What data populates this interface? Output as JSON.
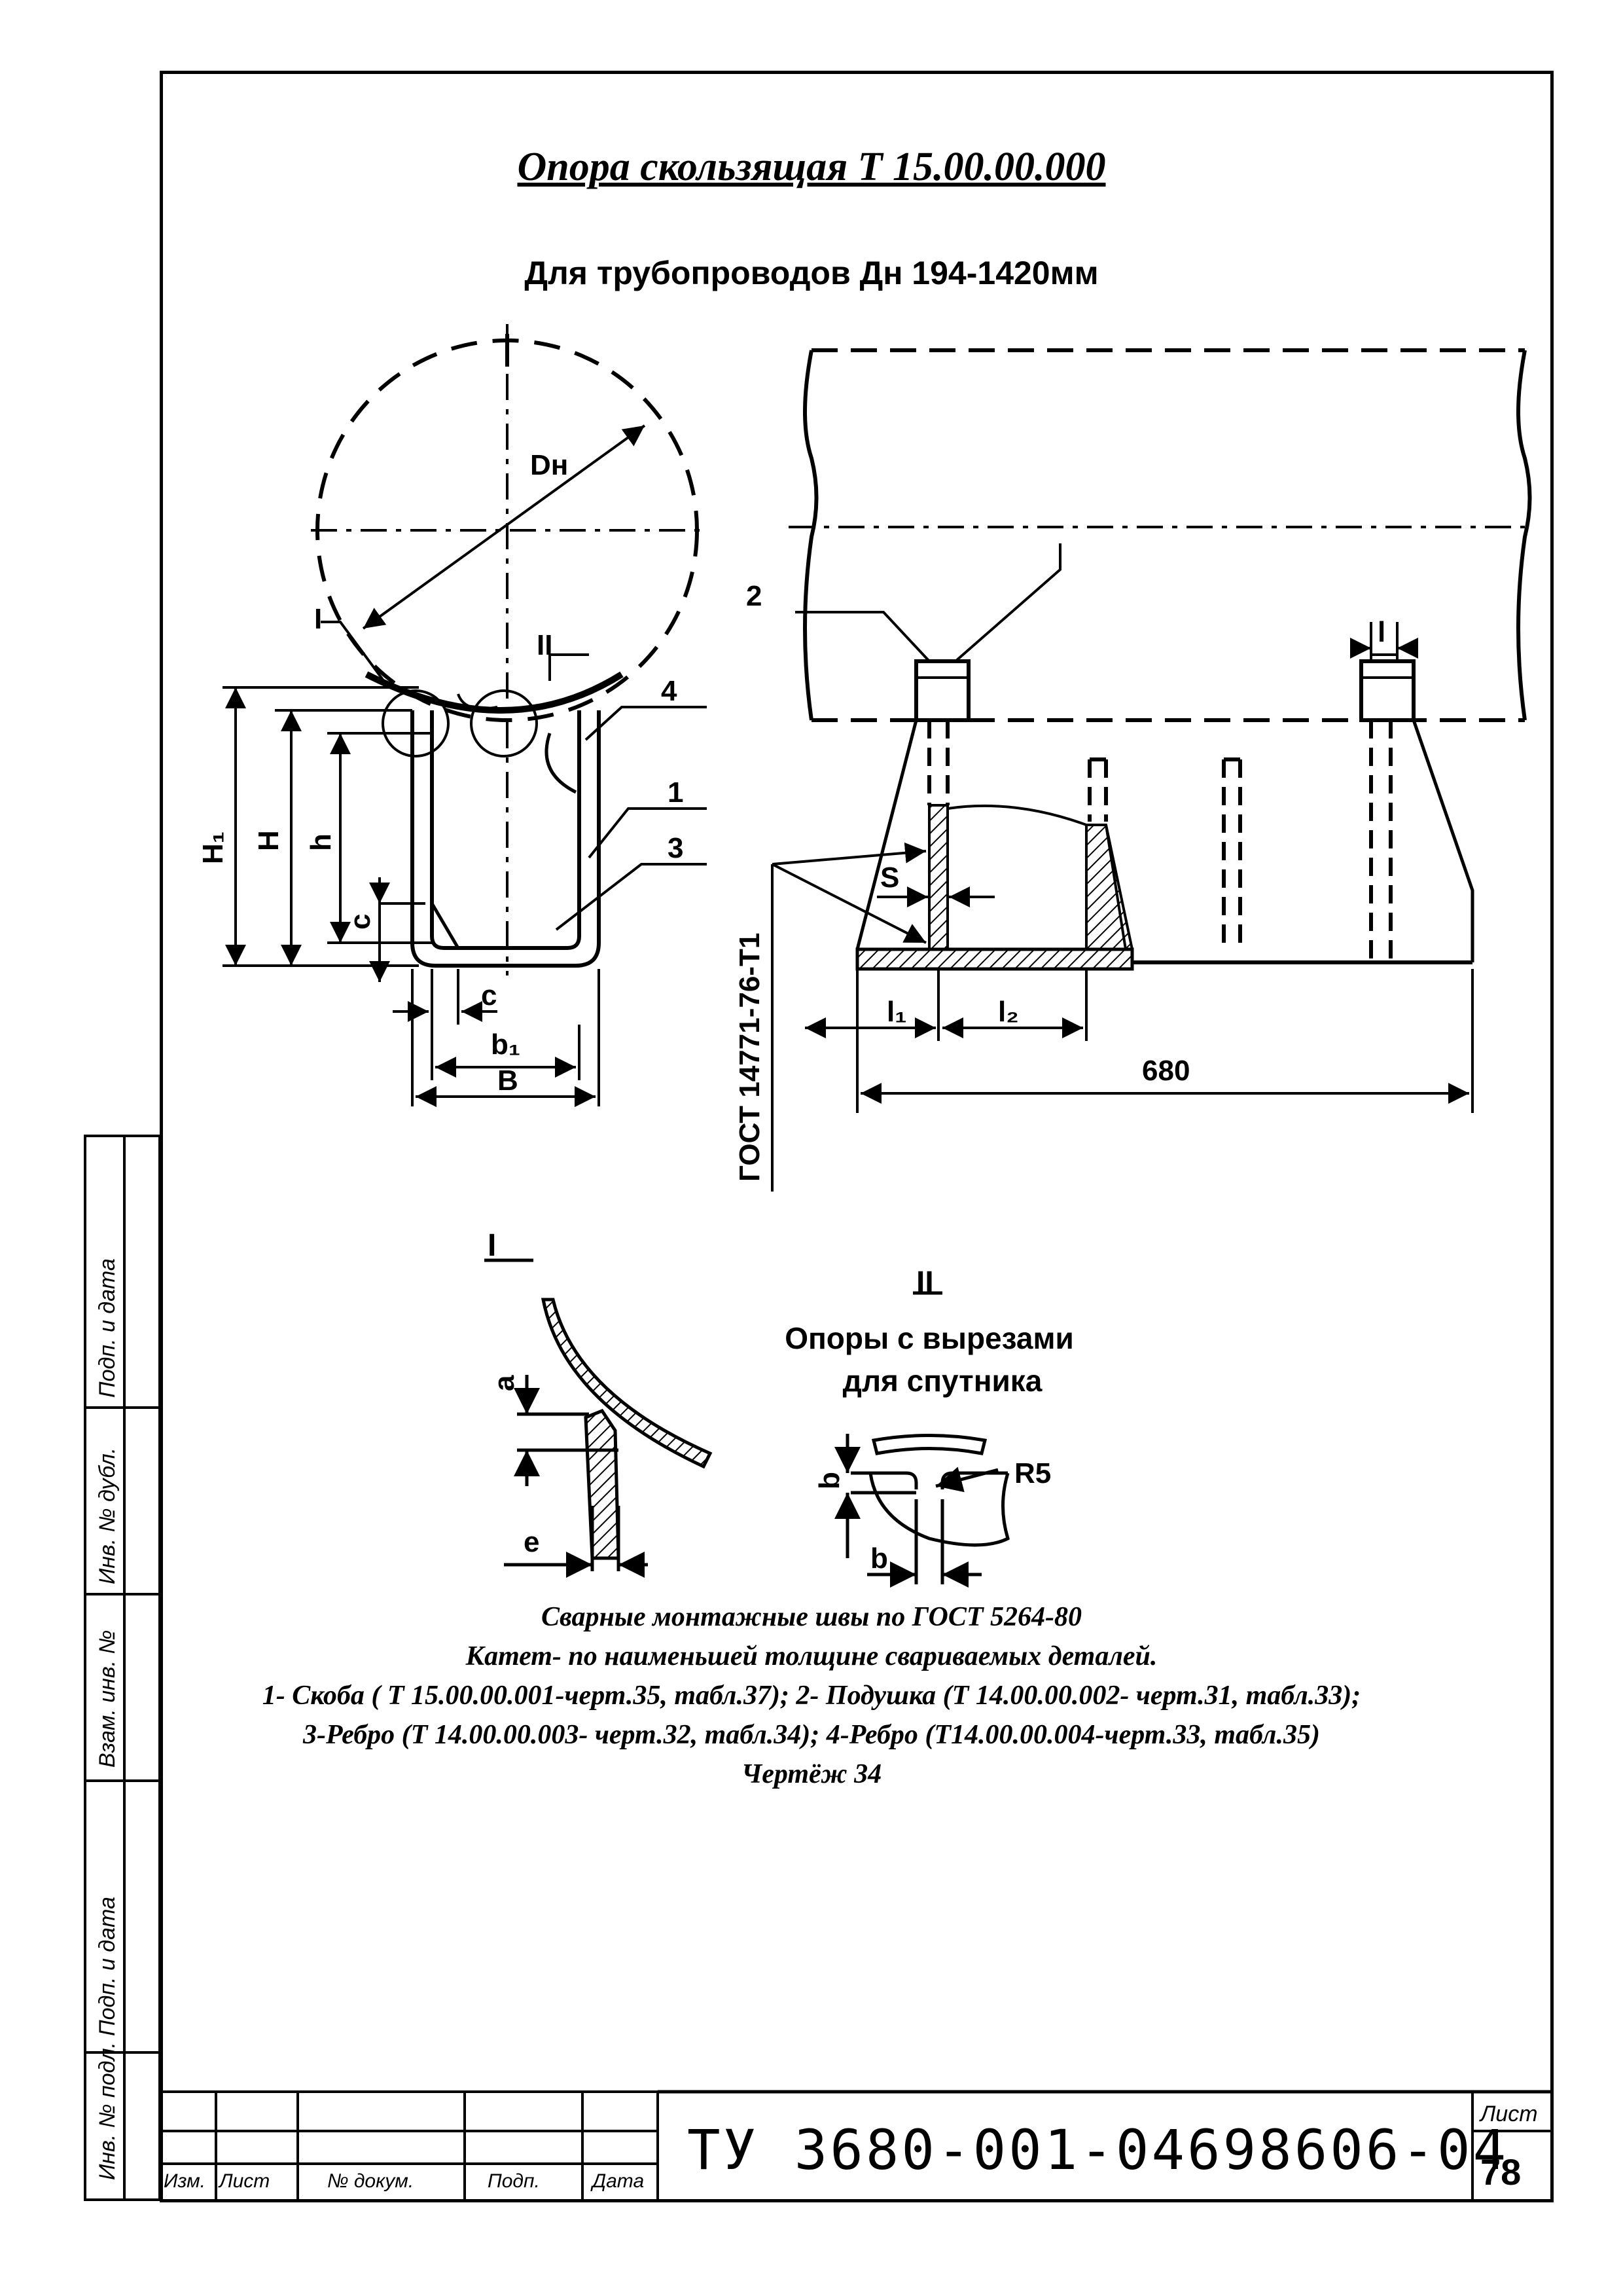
{
  "title": "Опора скользящая Т 15.00.00.000",
  "subtitle": "Для трубопроводов Дн 194-1420мм",
  "drawing": {
    "labels": {
      "dn": "Dн",
      "roman1": "I",
      "roman2": "II",
      "pos1": "1",
      "pos2": "2",
      "pos3": "3",
      "pos4": "4",
      "h1": "H₁",
      "H": "H",
      "h": "h",
      "c": "c",
      "c2": "c",
      "b1": "b₁",
      "B": "B",
      "s": "S",
      "l1": "l₁",
      "l2": "l₂",
      "len680": "680",
      "gost_weld": "ГОСТ 14771-76-Т1",
      "l_top": "l"
    },
    "detail1": {
      "title": "I",
      "a": "a",
      "e": "e"
    },
    "detail2": {
      "title": "II",
      "caption_line1": "Опоры с вырезами",
      "caption_line2": "для спутника",
      "b_vert": "b",
      "b_horiz": "b",
      "r5": "R5"
    }
  },
  "notes": [
    "Сварные монтажные швы по ГОСТ 5264-80",
    "Катет- по наименьшей толщине свариваемых деталей.",
    "1- Скоба ( Т 15.00.00.001-черт.35, табл.37); 2- Подушка (Т 14.00.00.002- черт.31, табл.33);",
    "3-Ребро (Т 14.00.00.003- черт.32, табл.34); 4-Ребро (Т14.00.00.004-черт.33, табл.35)",
    "Чертёж 34"
  ],
  "side_stamp": {
    "inv_podl": "Инв. № подл.",
    "podp_data_1": "Подп. и дата",
    "vzam_inv": "Взам. инв. №",
    "inv_dubl": "Инв. № дубл.",
    "podp_data_2": "Подп. и дата"
  },
  "title_block": {
    "izm": "Изм.",
    "list": "Лист",
    "n_dokum": "№ докум.",
    "podp": "Подп.",
    "data": "Дата",
    "doc_number": "ТУ 3680-001-04698606-04",
    "sheet_label": "Лист",
    "sheet_number": "78"
  }
}
